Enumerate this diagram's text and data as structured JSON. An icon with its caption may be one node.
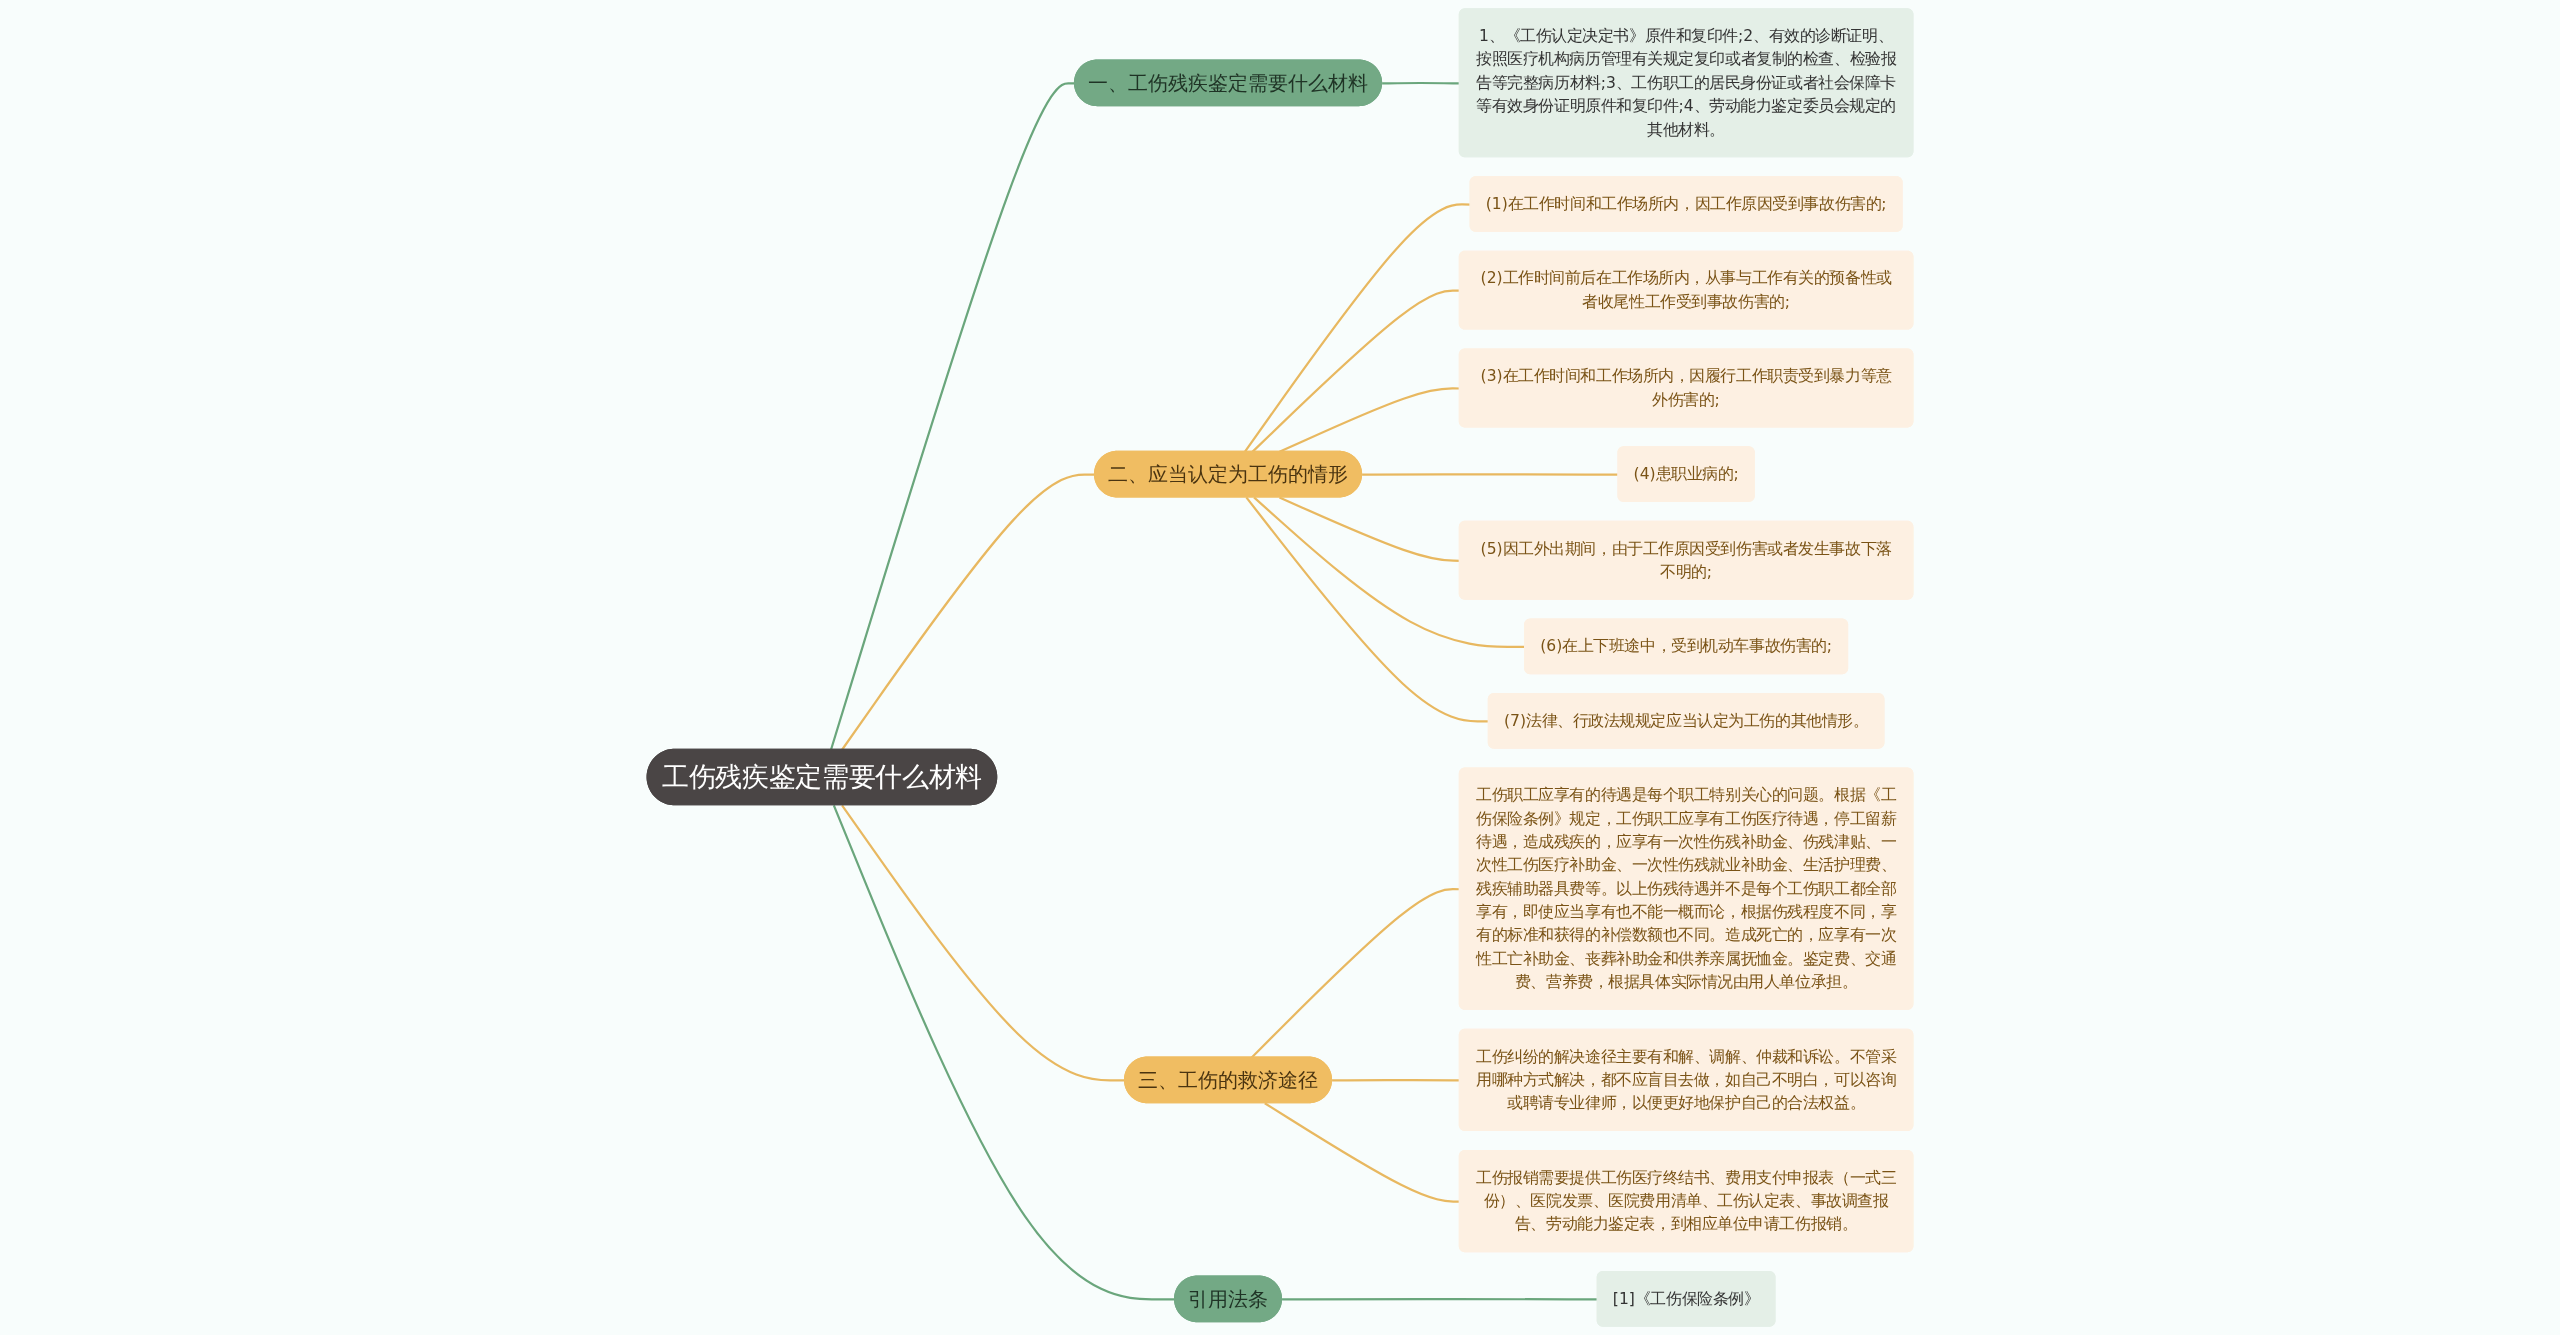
{
  "diagram": {
    "nodes": [
      {
        "text": [
          "工伤残疾鉴定需要什么材料"
        ]
      },
      {
        "text": [
          "一、工伤残疾鉴定需要什么材料"
        ]
      },
      {
        "text": [
          "1、《工伤认定决定书》原件和复印件;2、有效的诊断证明、按照医疗机构病历管理有关规定复印或者复制的检查、检验报告等完整病历材料;3、工伤职工的居民身份证或者社会保障卡等有效身份证明原件和复印件;4、劳动能力鉴定委员会规定的其他材料。"
        ]
      },
      {
        "text": [
          "二、应当认定为工伤的情形"
        ]
      },
      {
        "text": [
          "(1)在工作时间和工作场所内，因工作原因受到事故伤害的;"
        ]
      },
      {
        "text": [
          "(2)工作时间前后在工作场所内，从事与工作有关的预备性或者收尾性工作受到事故伤害的;"
        ]
      },
      {
        "text": [
          "(3)在工作时间和工作场所内，因履行工作职责受到暴力等意外伤害的;"
        ]
      },
      {
        "text": [
          "(4)患职业病的;"
        ]
      },
      {
        "text": [
          "(5)因工外出期间，由于工作原因受到伤害或者发生事故下落不明的;"
        ]
      },
      {
        "text": [
          "(6)在上下班途中，受到机动车事故伤害的;"
        ]
      },
      {
        "text": [
          "(7)法律、行政法规规定应当认定为工伤的其他情形。"
        ]
      },
      {
        "text": [
          "三、工伤的救济途径"
        ]
      },
      {
        "text": [
          "工伤职工应享有的待遇是每个职工特别关心的问题。根据《工伤保险条例》规定，工伤职工应享有工伤医疗待遇，停工留薪待遇，造成残疾的，应享有一次性伤残补助金、伤残津贴、一次性工伤医疗补助金、一次性伤残就业补助金、生活护理费、残疾辅助器具费等。以上伤残待遇并不是每个工伤职工都全部享有，即使应当享有也不能一概而论，根据伤残程度不同，享有的标准和获得的补偿数额也不同。造成死亡的，应享有一次性工亡补助金、丧葬补助金和供养亲属抚恤金。鉴定费、交通费、营养费，根据具体实际情况由用人单位承担。"
        ]
      },
      {
        "text": [
          "工伤纠纷的解决途径主要有和解、调解、仲裁和诉讼。不管采用哪种方式解决，都不应盲目去做，如自己不明白，可以咨询或聘请专业律师，以便更好地保护自己的合法权益。"
        ]
      },
      {
        "text": [
          "工伤报销需要提供工伤医疗终结书、费用支付申报表（一式三份）、医院发票、医院费用清单、工伤认定表、事故调查报告、劳动能力鉴定表，到相应单位申请工伤报销。"
        ]
      },
      {
        "text": [
          "引用法条"
        ]
      },
      {
        "text": [
          "[1]《工伤保险条例》"
        ]
      }
    ],
    "edges": [
      {
        "from": 0,
        "to": 1,
        "arrow": "none",
        "color": "#6aa67c"
      },
      {
        "from": 1,
        "to": 2,
        "arrow": "none",
        "color": "#6aa67c"
      },
      {
        "from": 0,
        "to": 3,
        "arrow": "none"
      },
      {
        "from": 3,
        "to": 4,
        "arrow": "none"
      },
      {
        "from": 3,
        "to": 5,
        "arrow": "none"
      },
      {
        "from": 3,
        "to": 6,
        "arrow": "none"
      },
      {
        "from": 3,
        "to": 7,
        "arrow": "none"
      },
      {
        "from": 3,
        "to": 8,
        "arrow": "none"
      },
      {
        "from": 3,
        "to": 9,
        "arrow": "none"
      },
      {
        "from": 3,
        "to": 10,
        "arrow": "none"
      },
      {
        "from": 0,
        "to": 11,
        "arrow": "none"
      },
      {
        "from": 11,
        "to": 12,
        "arrow": "none"
      },
      {
        "from": 11,
        "to": 13,
        "arrow": "none"
      },
      {
        "from": 11,
        "to": 14,
        "arrow": "none"
      },
      {
        "from": 0,
        "to": 15,
        "arrow": "none",
        "color": "#6aa67c"
      },
      {
        "from": 15,
        "to": 16,
        "arrow": "none",
        "color": "#6aa67c"
      }
    ]
  }
}
